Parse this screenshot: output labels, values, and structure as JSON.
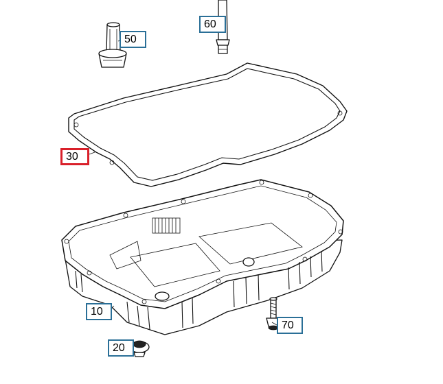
{
  "diagram": {
    "callouts": [
      {
        "id": "c50",
        "label": "50",
        "active": false
      },
      {
        "id": "c60",
        "label": "60",
        "active": false
      },
      {
        "id": "c30",
        "label": "30",
        "active": true
      },
      {
        "id": "c10",
        "label": "10",
        "active": false
      },
      {
        "id": "c70",
        "label": "70",
        "active": false
      },
      {
        "id": "c20",
        "label": "20",
        "active": false
      }
    ],
    "colors": {
      "callout_border": "#2a6f97",
      "selected_border": "#d9202a",
      "line": "#111111"
    }
  }
}
